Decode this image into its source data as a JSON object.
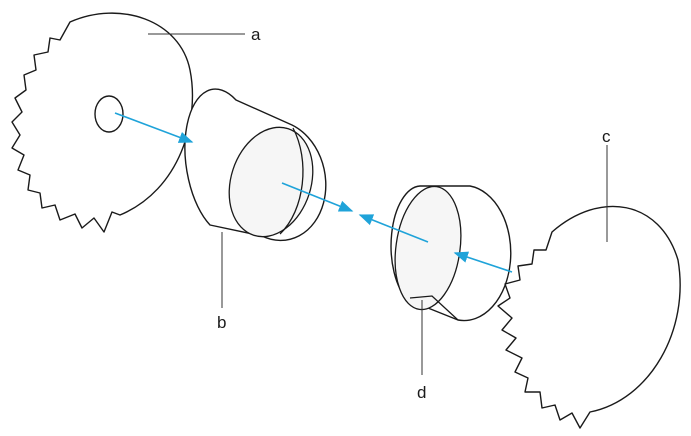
{
  "colors": {
    "arrow": "#1fa3d9",
    "outline": "#1a1a1a",
    "leader": "#333333"
  },
  "labels": {
    "a": "a",
    "b": "b",
    "c": "c",
    "d": "d"
  },
  "icons": {
    "left_disc": "toothed-disc-with-hole",
    "right_disc": "toothed-disc",
    "cup_b": "short-cylinder-cup",
    "cup_d": "short-cylinder-cup"
  }
}
